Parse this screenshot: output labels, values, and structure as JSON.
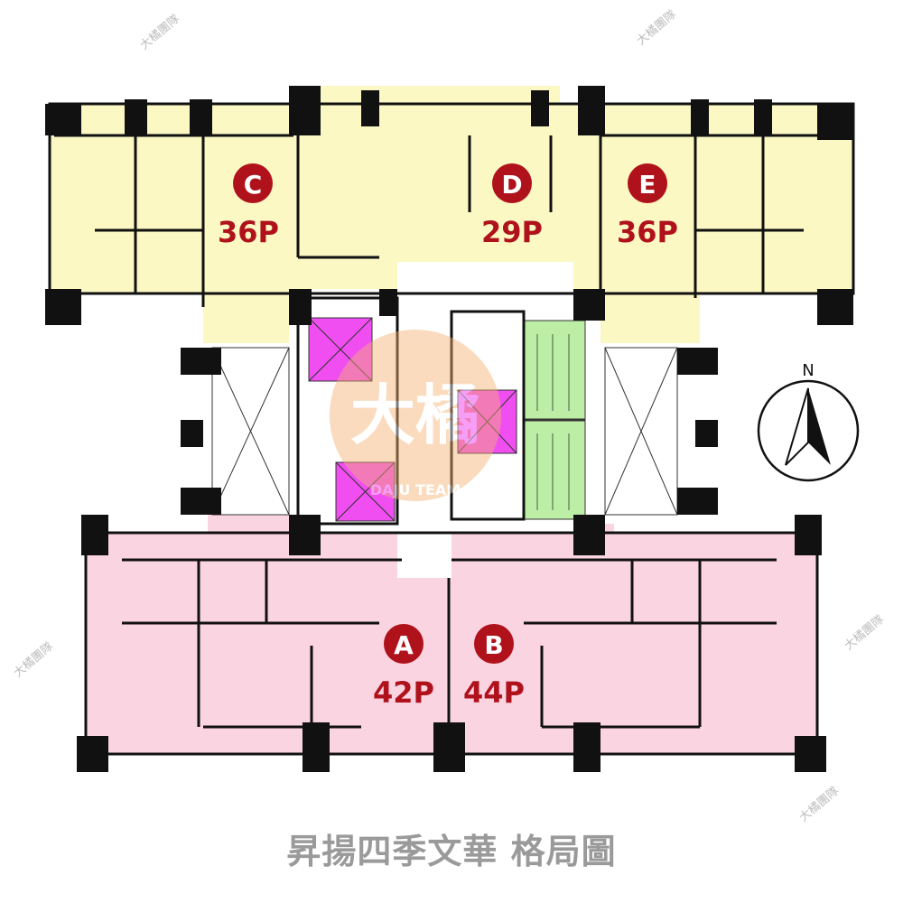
{
  "title": "昇揚四季文華 格局圖",
  "watermark": {
    "text": "大橘團隊",
    "logo_text": "大橘",
    "logo_subtext": "DAJU TEAM"
  },
  "compass": {
    "label": "N"
  },
  "units": [
    {
      "letter": "C",
      "size": "36P",
      "zone": "yellow"
    },
    {
      "letter": "D",
      "size": "29P",
      "zone": "yellow"
    },
    {
      "letter": "E",
      "size": "36P",
      "zone": "yellow"
    },
    {
      "letter": "A",
      "size": "42P",
      "zone": "pink"
    },
    {
      "letter": "B",
      "size": "44P",
      "zone": "pink"
    }
  ],
  "colors": {
    "north_units": "#fbf8c4",
    "south_units": "#fbd4e2",
    "elevator": "#f04ef0",
    "stairs": "#bdeea6",
    "badge": "#b0121b",
    "size_text": "#b0121b",
    "wall": "#111111",
    "title": "#9a9a9a"
  }
}
